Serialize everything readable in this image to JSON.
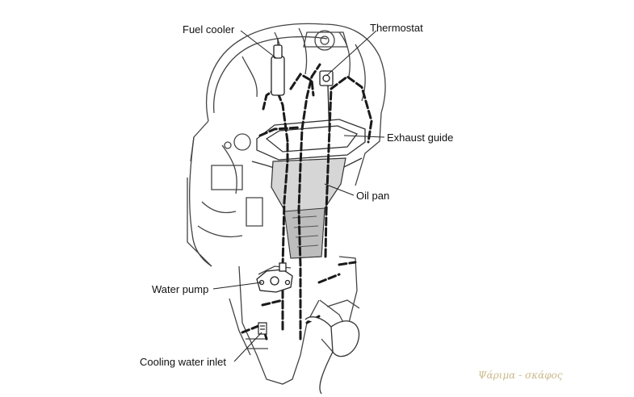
{
  "labels": {
    "fuel_cooler": "Fuel cooler",
    "thermostat": "Thermostat",
    "exhaust_guide": "Exhaust guide",
    "oil_pan": "Oil pan",
    "water_pump": "Water pump",
    "cooling_water_inlet": "Cooling water inlet"
  },
  "watermark": "Ψάριμα - σκάφος",
  "colors": {
    "line": "#1a1a1a",
    "casing": "#444444",
    "oil_pan_fill": "#d6d6d6",
    "watermark": "#c9b98a"
  }
}
